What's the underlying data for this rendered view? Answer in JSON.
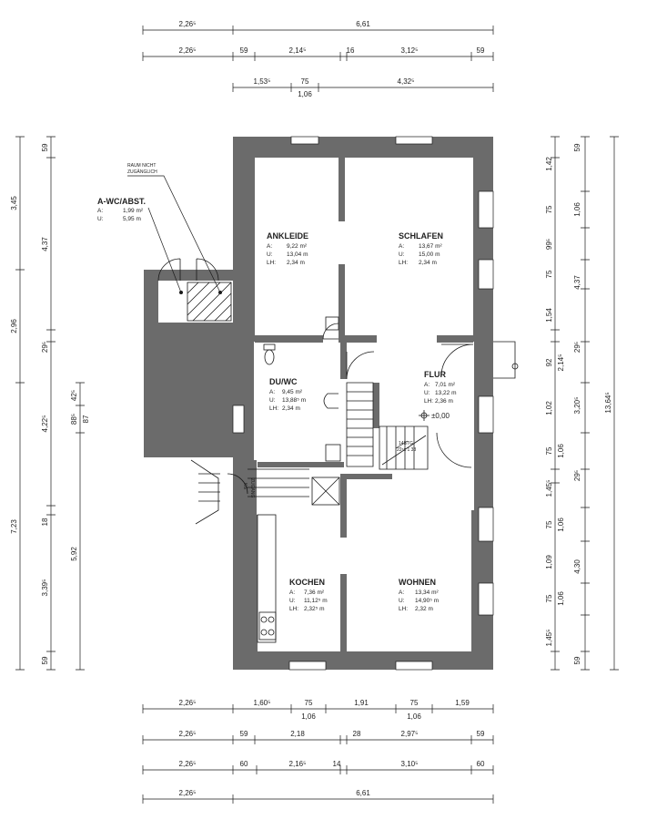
{
  "dims_top": {
    "r1": {
      "a": "2,26⁵",
      "b": "6,61"
    },
    "r2": {
      "a": "2,26⁵",
      "b": "59",
      "c": "2,14⁵",
      "d": "16",
      "e": "3,12⁵",
      "f": "59"
    },
    "r3": {
      "a": "1,53⁵",
      "b": "75",
      "b2": "1,06",
      "c": "4,32⁵"
    }
  },
  "dims_bottom": {
    "r1": {
      "a": "2,26⁵",
      "b": "1,60⁵",
      "c": "75",
      "c2": "1,06",
      "d": "1,91",
      "e": "75",
      "e2": "1,06",
      "f": "1,59"
    },
    "r2": {
      "a": "2,26⁵",
      "b": "59",
      "c": "2,18",
      "d": "28",
      "e": "2,97⁵",
      "f": "59"
    },
    "r3": {
      "a": "2,26⁵",
      "b": "60",
      "c": "2,16⁵",
      "d": "14",
      "e": "3,10⁵",
      "f": "60"
    },
    "r4": {
      "a": "2,26⁵",
      "b": "6,61"
    }
  },
  "dims_left": {
    "c1": {
      "a": "3,45",
      "b": "2,96",
      "c": "7,23"
    },
    "c2": {
      "a": "59",
      "b": "4,37",
      "c": "29⁵",
      "d": "4,22⁵",
      "e": "18",
      "f": "3,39⁵",
      "g": "59"
    },
    "c3": {
      "a": "42⁵",
      "b": "88⁵",
      "b2": "87",
      "c": "5,92"
    }
  },
  "dims_right": {
    "c1": {
      "a": "59",
      "b": "1,06",
      "c": "4,37",
      "d": "29⁵",
      "e": "3,20⁵",
      "f": "29⁵",
      "g": "4,30",
      "h": "59"
    },
    "c2": {
      "a": "1,42",
      "b": "75",
      "c": "99⁵",
      "d": "75",
      "e": "1,54",
      "f": "92",
      "f2": "2,14⁵",
      "g": "1,02",
      "h": "75",
      "h2": "1,06",
      "i": "1,45⁵",
      "j": "75",
      "j2": "1,06",
      "k": "1,09",
      "l": "75",
      "l2": "1,06",
      "m": "1,45⁵"
    },
    "c3": {
      "a": "13,64⁵"
    }
  },
  "rooms": {
    "ankleide": {
      "name": "ANKLEIDE",
      "a": "A:",
      "a_val": "9,22 m²",
      "u": "U:",
      "u_val": "13,04 m",
      "lh": "LH:",
      "lh_val": "2,34 m"
    },
    "schlafen": {
      "name": "SCHLAFEN",
      "a": "A:",
      "a_val": "13,67 m²",
      "u": "U:",
      "u_val": "15,00 m",
      "lh": "LH:",
      "lh_val": "2,34 m"
    },
    "duwc": {
      "name": "DU/WC",
      "a": "A:",
      "a_val": "9,45 m²",
      "u": "U:",
      "u_val": "13,88⁵ m",
      "lh": "LH:",
      "lh_val": "2,34 m"
    },
    "flur": {
      "name": "FLUR",
      "a": "A:",
      "a_val": "7,01 m²",
      "u": "U:",
      "u_val": "13,22 m",
      "lh": "LH:",
      "lh_val": "2,36 m",
      "level": "±0,00"
    },
    "kochen": {
      "name": "KOCHEN",
      "a": "A:",
      "a_val": "7,36 m²",
      "u": "U:",
      "u_val": "11,12⁵ m",
      "lh": "LH:",
      "lh_val": "2,32⁵ m"
    },
    "wohnen": {
      "name": "WOHNEN",
      "a": "A:",
      "a_val": "13,34 m²",
      "u": "U:",
      "u_val": "14,90⁵ m",
      "lh": "LH:",
      "lh_val": "2,32 m"
    },
    "awc": {
      "name": "A-WC/ABST.",
      "a": "A:",
      "a_val": "1,99 m²",
      "u": "U:",
      "u_val": "5,95 m"
    }
  },
  "notes": {
    "raum_line1": "RAUM NICHT",
    "raum_line2": "ZUGÄNGLICH",
    "stairs_line1": "14STG",
    "stairs_line2": "22⁶x 1 33",
    "zugang_line1": "ZUGANG",
    "zugang_line2": "KG"
  },
  "colors": {
    "wall": "#6b6b6b",
    "line": "#1a1a1a"
  }
}
